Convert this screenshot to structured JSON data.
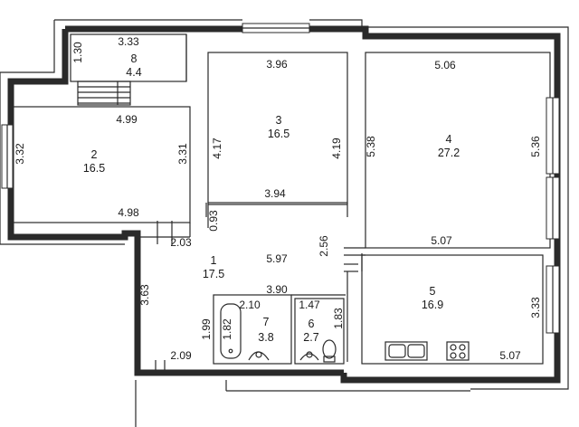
{
  "rooms": [
    {
      "number": "1",
      "area": "17.5"
    },
    {
      "number": "2",
      "area": "16.5"
    },
    {
      "number": "3",
      "area": "16.5"
    },
    {
      "number": "4",
      "area": "27.2"
    },
    {
      "number": "5",
      "area": "16.9"
    },
    {
      "number": "6",
      "area": "2.7"
    },
    {
      "number": "7",
      "area": "3.8"
    },
    {
      "number": "8",
      "area": "4.4"
    }
  ],
  "dimensions": {
    "d8_width": "3.33",
    "d8_height": "1.30",
    "d8_bottom": "4.99",
    "d2_left": "3.32",
    "d2_right": "3.31",
    "d2_bottom": "4.98",
    "d3_top": "3.96",
    "d3_left": "4.17",
    "d3_right": "4.19",
    "d3_bottom": "3.94",
    "d4_top": "5.06",
    "d4_left": "5.38",
    "d4_right": "5.36",
    "d4_bottom": "5.07",
    "d1_door_gap": "0.93",
    "d1_width": "5.97",
    "d1_height": "2.56",
    "d1_left": "3.63",
    "d1_lower": "2.03",
    "d1_bottom": "2.09",
    "d1_bath_block": "3.90",
    "d7_width": "2.10",
    "d7_height": "1.99",
    "d7_tub": "1.82",
    "d6_width": "1.47",
    "d6_height": "1.83",
    "d5_right": "3.33",
    "d5_bottom": "5.07"
  }
}
